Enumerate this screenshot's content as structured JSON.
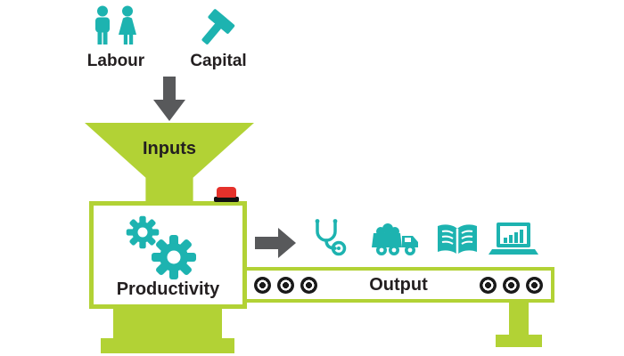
{
  "diagram": {
    "nodes": {
      "labour": {
        "label": "Labour"
      },
      "capital": {
        "label": "Capital"
      },
      "inputs": {
        "label": "Inputs"
      },
      "productivity": {
        "label": "Productivity"
      },
      "output": {
        "label": "Output"
      }
    },
    "icons": {
      "labour": "people-icon",
      "capital": "hammer-icon",
      "productivity": "gears-icon",
      "machine_button": "red-button-icon",
      "flow": [
        "down-arrow-icon",
        "right-arrow-icon"
      ],
      "outputs": [
        "stethoscope-icon",
        "dump-truck-icon",
        "open-book-icon",
        "laptop-chart-icon"
      ],
      "conveyor": "roller-icons"
    },
    "colors": {
      "teal": "#1db3b0",
      "green": "#b2d235",
      "arrow_gray": "#58595b",
      "text_black": "#231f20",
      "button_red": "#e5312b",
      "roller_black": "#1a1a1a"
    }
  }
}
